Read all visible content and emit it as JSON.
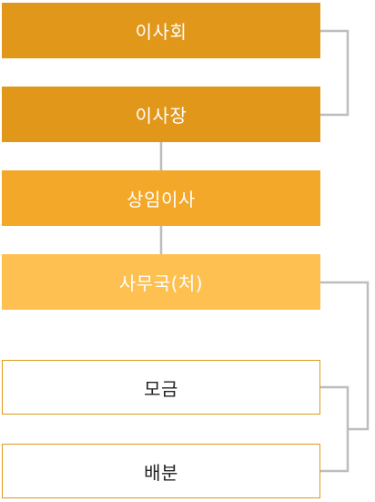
{
  "nodes": [
    {
      "id": "board",
      "label": "이사회",
      "color": "#e0971a"
    },
    {
      "id": "chairman",
      "label": "이사장",
      "color": "#e0971a"
    },
    {
      "id": "executive-director",
      "label": "상임이사",
      "color": "#f4a829"
    },
    {
      "id": "secretariat",
      "label": "사무국(처)",
      "color": "#fec050"
    },
    {
      "id": "fundraising",
      "label": "모금",
      "border": "#e09a1e"
    },
    {
      "id": "distribution",
      "label": "배분",
      "border": "#e09a1e"
    }
  ],
  "connector_color": "#bdbdbd"
}
